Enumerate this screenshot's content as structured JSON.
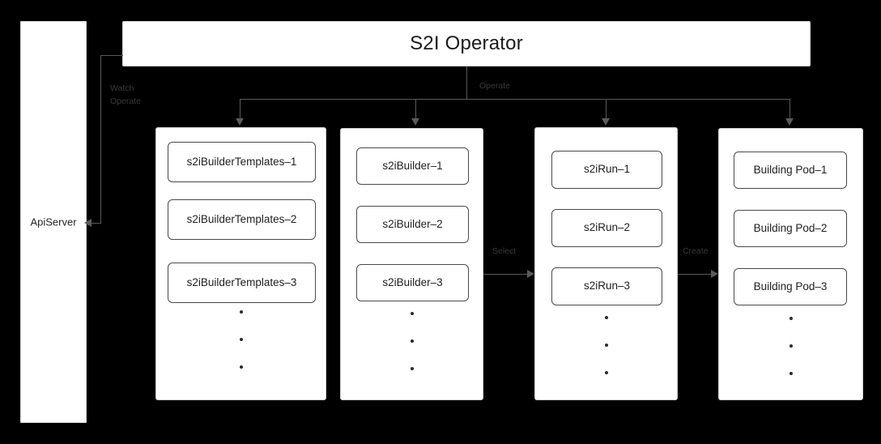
{
  "diagram": {
    "title": "S2I Operator",
    "background_color": "#000000",
    "panel_color": "#ffffff",
    "line_color": "#5a5a5a",
    "label_color": "#3a3a3a"
  },
  "api_server": {
    "label": "ApiServer"
  },
  "header": {
    "title": "S2I Operator"
  },
  "edges": {
    "watch_operate": "Watch\nOperate",
    "operate": "Operate",
    "select": "Select",
    "create": "Create"
  },
  "columns": [
    {
      "id": "templates",
      "cards": [
        "s2iBuilderTemplates–1",
        "s2iBuilderTemplates–2",
        "s2iBuilderTemplates–3"
      ],
      "ellipsis_dots": 3
    },
    {
      "id": "builders",
      "cards": [
        "s2iBuilder–1",
        "s2iBuilder–2",
        "s2iBuilder–3"
      ],
      "ellipsis_dots": 3
    },
    {
      "id": "runs",
      "cards": [
        "s2iRun–1",
        "s2iRun–2",
        "s2iRun–3"
      ],
      "ellipsis_dots": 3
    },
    {
      "id": "pods",
      "cards": [
        "Building Pod–1",
        "Building Pod–2",
        "Building Pod–3"
      ],
      "ellipsis_dots": 3
    }
  ]
}
